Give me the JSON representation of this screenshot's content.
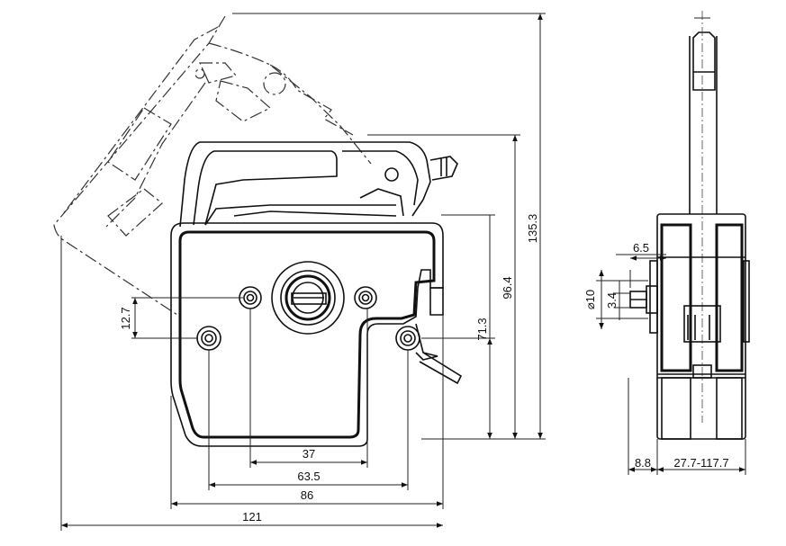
{
  "drawing": {
    "front_view": {
      "dimensions": {
        "hole_pitch_inner": "37",
        "hole_pitch_outer": "63.5",
        "body_width": "86",
        "overall_width": "121",
        "hole_offset_vertical": "12.7",
        "hole_height": "71.3",
        "body_height": "96.4",
        "overall_height": "135.3"
      }
    },
    "side_view": {
      "dimensions": {
        "boss_length": "6.5",
        "shaft_diameter": "⌀10",
        "flat_width": "3.4",
        "flange_thickness": "8.8",
        "stack_range": "27.7-117.7"
      }
    }
  }
}
